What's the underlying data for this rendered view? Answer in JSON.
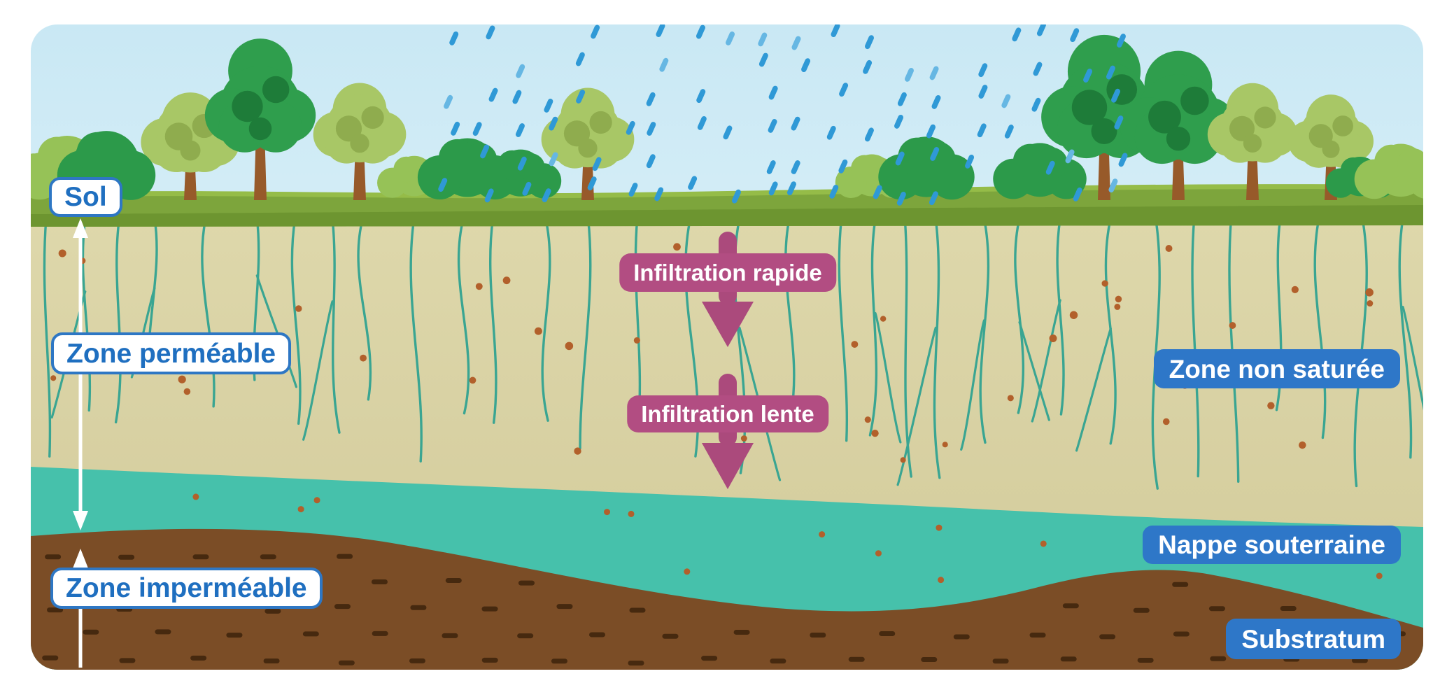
{
  "labels": {
    "sol": "Sol",
    "zone_permeable": "Zone perméable",
    "zone_impermeable": "Zone imperméable",
    "infiltration_rapide": "Infiltration rapide",
    "infiltration_lente": "Infiltration lente",
    "zone_non_saturee": "Zone non saturée",
    "nappe_souterraine": "Nappe souterraine",
    "substratum": "Substratum"
  },
  "colors": {
    "sky_top": "#c9e8f4",
    "sky_bottom": "#edf9fd",
    "grass_light": "#95bc48",
    "grass": "#7da53c",
    "grass_dark": "#6d9530",
    "soil_top": "#ded8ab",
    "soil_mid": "#d8d1a3",
    "soil_bottom": "#d2ca97",
    "water": "#46c1ab",
    "brown": "#7b4d26",
    "brown_dash": "#46290f",
    "root": "#3aa592",
    "dot": "#b2602b",
    "rain": "#2f99d6",
    "rain_light": "#66b7e3",
    "tree_dark": "#2f9e4d",
    "tree_dark_patch": "#1e7c39",
    "tree_light": "#a8c766",
    "tree_light_patch": "#8fac4e",
    "bush_dark": "#2c9a4a",
    "bush_light": "#96c257",
    "trunk": "#975a2a",
    "label_blue": "#2e77c8",
    "label_white_border": "#2e77c4",
    "label_white_text": "#1f6fc0",
    "inf_bg": "#b24d82",
    "inf_arrow": "#ab4a7c",
    "measure": "#ffffff"
  }
}
